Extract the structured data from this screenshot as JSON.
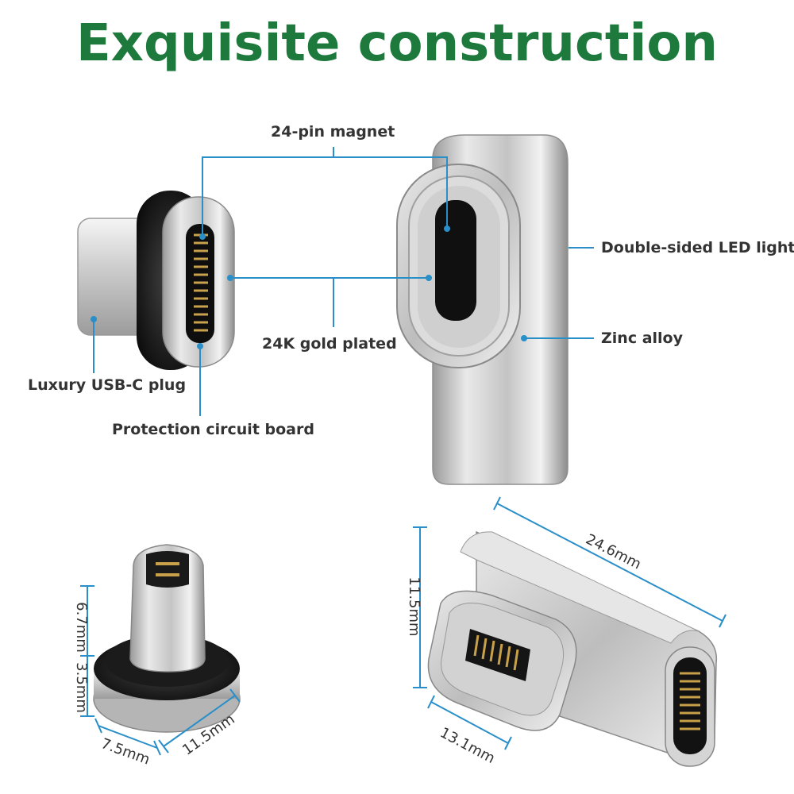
{
  "title": "Exquisite construction",
  "colors": {
    "title": "#1e7a3c",
    "leader": "#2a8fc8",
    "label": "#333333"
  },
  "labels": {
    "magnet": "24-pin magnet",
    "led": "Double-sided LED light",
    "gold": "24K gold plated",
    "zinc": "Zinc alloy",
    "usbc": "Luxury USB-C plug",
    "pcb": "Protection circuit board"
  },
  "dimensions": {
    "plug_height_upper": "6.7mm",
    "plug_height_lower": "3.5mm",
    "plug_width": "7.5mm",
    "plug_depth": "11.5mm",
    "adapter_height": "11.5mm",
    "adapter_length": "24.6mm",
    "adapter_width": "13.1mm"
  }
}
